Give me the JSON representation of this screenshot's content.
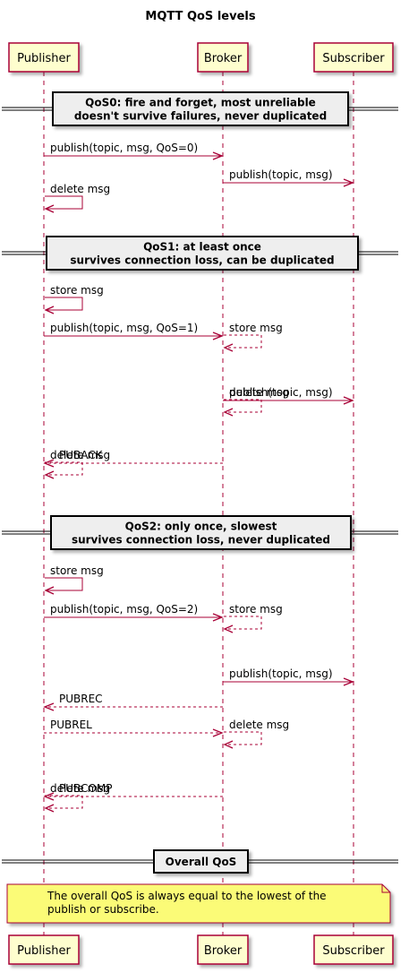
{
  "title": "MQTT QoS levels",
  "colors": {
    "arrow": "#A80036",
    "participant_fill": "#FEFECE",
    "note_fill": "#FBFB77",
    "divider_fill": "#EEEEEE"
  },
  "participants": [
    "Publisher",
    "Broker",
    "Subscriber"
  ],
  "dividers": [
    {
      "lines": [
        "QoS0: fire and forget, most unreliable",
        "doesn't survive failures, never duplicated"
      ]
    },
    {
      "lines": [
        "QoS1: at least once",
        "survives connection loss, can be duplicated"
      ]
    },
    {
      "lines": [
        "QoS2: only once, slowest",
        "survives connection loss, never duplicated"
      ]
    },
    {
      "lines": [
        "Overall QoS"
      ]
    }
  ],
  "messages": [
    {
      "from": "Publisher",
      "to": "Broker",
      "label": "publish(topic, msg, QoS=0)",
      "dashed": false
    },
    {
      "from": "Broker",
      "to": "Subscriber",
      "label": "publish(topic, msg)",
      "dashed": false
    },
    {
      "from": "Publisher",
      "to": "Publisher",
      "label": "delete msg",
      "dashed": false
    },
    {
      "from": "Publisher",
      "to": "Publisher",
      "label": "store msg",
      "dashed": false
    },
    {
      "from": "Publisher",
      "to": "Broker",
      "label": "publish(topic, msg, QoS=1)",
      "dashed": false
    },
    {
      "from": "Broker",
      "to": "Broker",
      "label": "store msg",
      "dashed": true
    },
    {
      "from": "Broker",
      "to": "Subscriber",
      "label": "publish(topic, msg)",
      "dashed": false
    },
    {
      "from": "Broker",
      "to": "Broker",
      "label": "delete msg",
      "dashed": true
    },
    {
      "from": "Broker",
      "to": "Publisher",
      "label": "PUBACK",
      "dashed": true
    },
    {
      "from": "Publisher",
      "to": "Publisher",
      "label": "delete msg",
      "dashed": true
    },
    {
      "from": "Publisher",
      "to": "Publisher",
      "label": "store msg",
      "dashed": false
    },
    {
      "from": "Publisher",
      "to": "Broker",
      "label": "publish(topic, msg, QoS=2)",
      "dashed": false
    },
    {
      "from": "Broker",
      "to": "Broker",
      "label": "store msg",
      "dashed": true
    },
    {
      "from": "Broker",
      "to": "Subscriber",
      "label": "publish(topic, msg)",
      "dashed": false
    },
    {
      "from": "Broker",
      "to": "Publisher",
      "label": "PUBREC",
      "dashed": true
    },
    {
      "from": "Publisher",
      "to": "Broker",
      "label": "PUBREL",
      "dashed": true
    },
    {
      "from": "Broker",
      "to": "Broker",
      "label": "delete msg",
      "dashed": true
    },
    {
      "from": "Broker",
      "to": "Publisher",
      "label": "PUBCOMP",
      "dashed": true
    },
    {
      "from": "Publisher",
      "to": "Publisher",
      "label": "delete msg",
      "dashed": true
    }
  ],
  "note": {
    "lines": [
      "The overall QoS is always equal to the lowest of the",
      "publish or subscribe."
    ]
  }
}
